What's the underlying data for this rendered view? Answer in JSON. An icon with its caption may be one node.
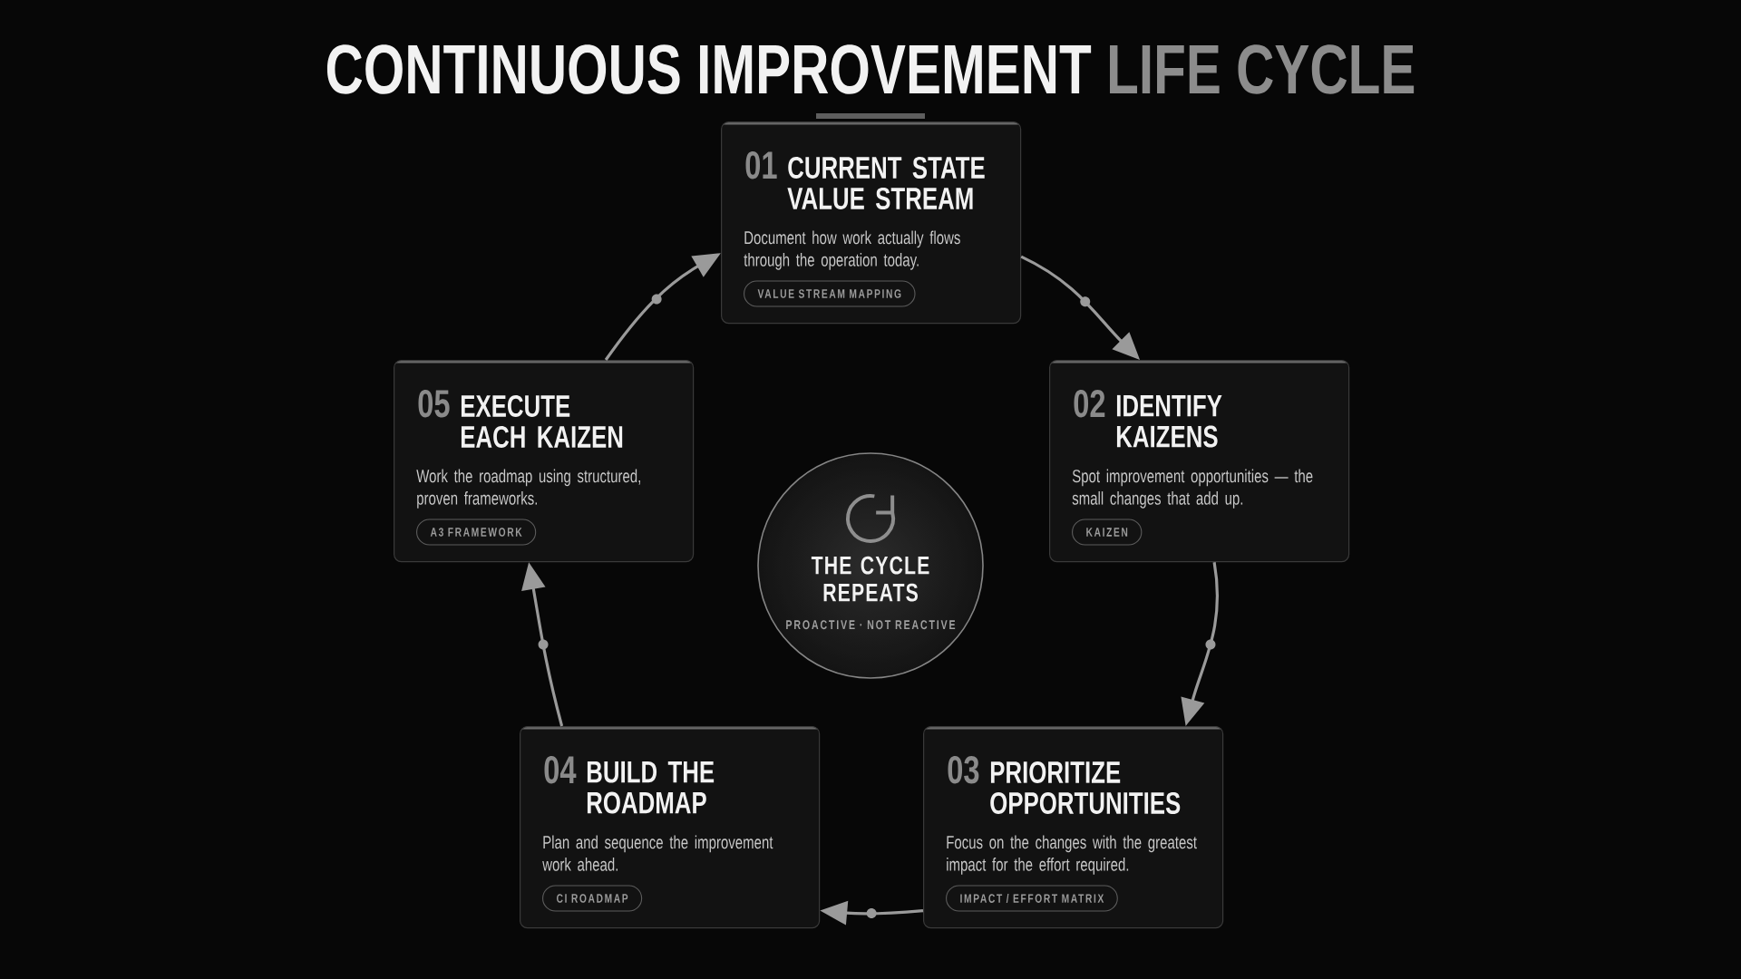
{
  "diagram": {
    "title": "CONTINUOUS IMPROVEMENT LIFE CYCLE",
    "nodes": [
      {
        "text": [
          "01",
          "CURRENT STATE VALUE STREAM",
          "Document how work actually flows through the operation today."
        ]
      },
      {
        "text": [
          "VALUE STREAM MAPPING"
        ],
        "in": 0
      },
      {
        "text": [
          "02",
          "IDENTIFY KAIZENS",
          "Spot improvement opportunities — the small changes that add up."
        ]
      },
      {
        "text": [
          "KAIZEN"
        ],
        "in": 2
      },
      {
        "text": [
          "03",
          "PRIORITIZE OPPORTUNITIES",
          "Focus on the changes with the greatest impact for the effort required."
        ]
      },
      {
        "text": [
          "IMPACT / EFFORT MATRIX"
        ],
        "in": 4
      },
      {
        "text": [
          "04",
          "BUILD THE ROADMAP",
          "Plan and sequence the improvement work ahead."
        ]
      },
      {
        "text": [
          "CI ROADMAP"
        ],
        "in": 6
      },
      {
        "text": [
          "05",
          "EXECUTE EACH KAIZEN",
          "Work the roadmap using structured, proven frameworks."
        ]
      },
      {
        "text": [
          "A3 FRAMEWORK"
        ],
        "in": 8
      },
      {
        "text": [
          "THE CYCLE REPEATS",
          "PROACTIVE · NOT REACTIVE"
        ]
      }
    ],
    "edges": [
      {
        "from": 0,
        "to": 2,
        "arrow": "to"
      },
      {
        "from": 2,
        "to": 4,
        "arrow": "to"
      },
      {
        "from": 4,
        "to": 6,
        "arrow": "to"
      },
      {
        "from": 6,
        "to": 8,
        "arrow": "to"
      },
      {
        "from": 8,
        "to": 0,
        "arrow": "to"
      }
    ]
  }
}
